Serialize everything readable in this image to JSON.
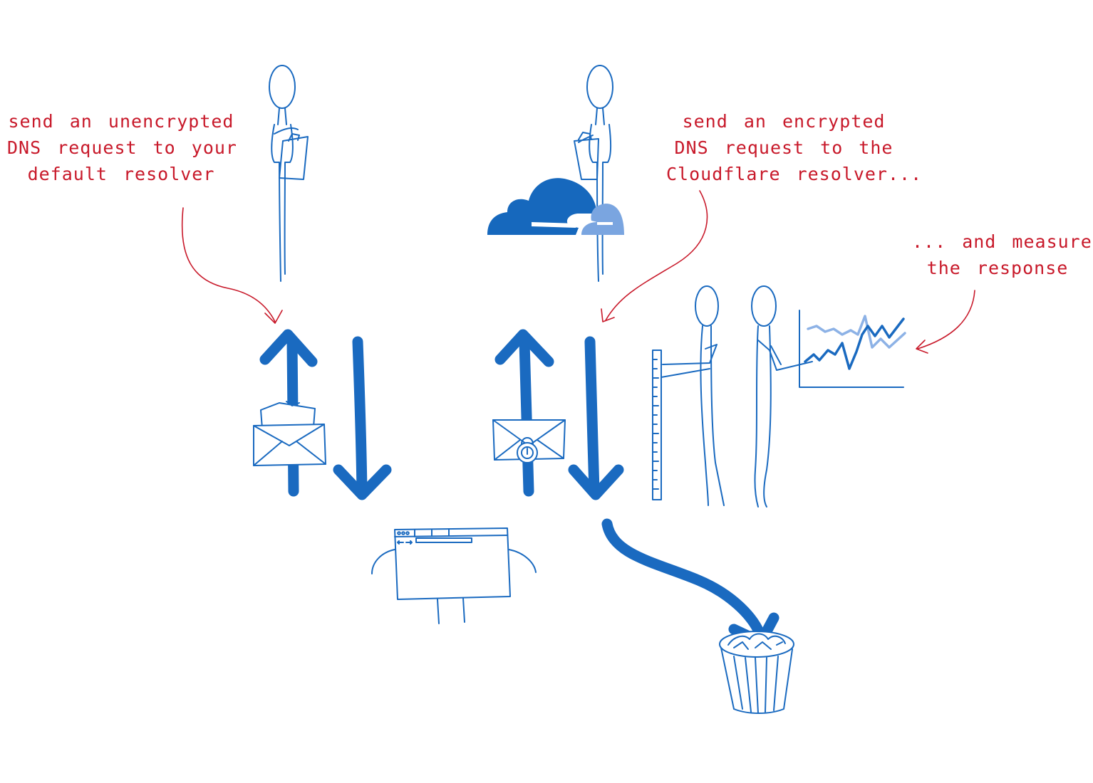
{
  "captions": {
    "left": {
      "line1": "send an unencrypted",
      "line2": "DNS request to your",
      "line3": "default resolver"
    },
    "center": {
      "line1": "send an encrypted",
      "line2": "DNS request to the",
      "line3": "Cloudflare resolver..."
    },
    "right": {
      "line1": "... and measure",
      "line2": "the response"
    }
  },
  "colors": {
    "ink": "#1a6ac0",
    "cloud": "#1668bd",
    "cloud_light": "#7aa5e0",
    "annotation": "#c8192a",
    "background": "#ffffff"
  },
  "icons": [
    "stick-figure-with-clipboard",
    "cloudflare-cloud-logo",
    "open-envelope-icon",
    "locked-envelope-icon",
    "browser-window-character",
    "measuring-ruler-icon",
    "line-chart-icon",
    "trash-can-icon"
  ]
}
